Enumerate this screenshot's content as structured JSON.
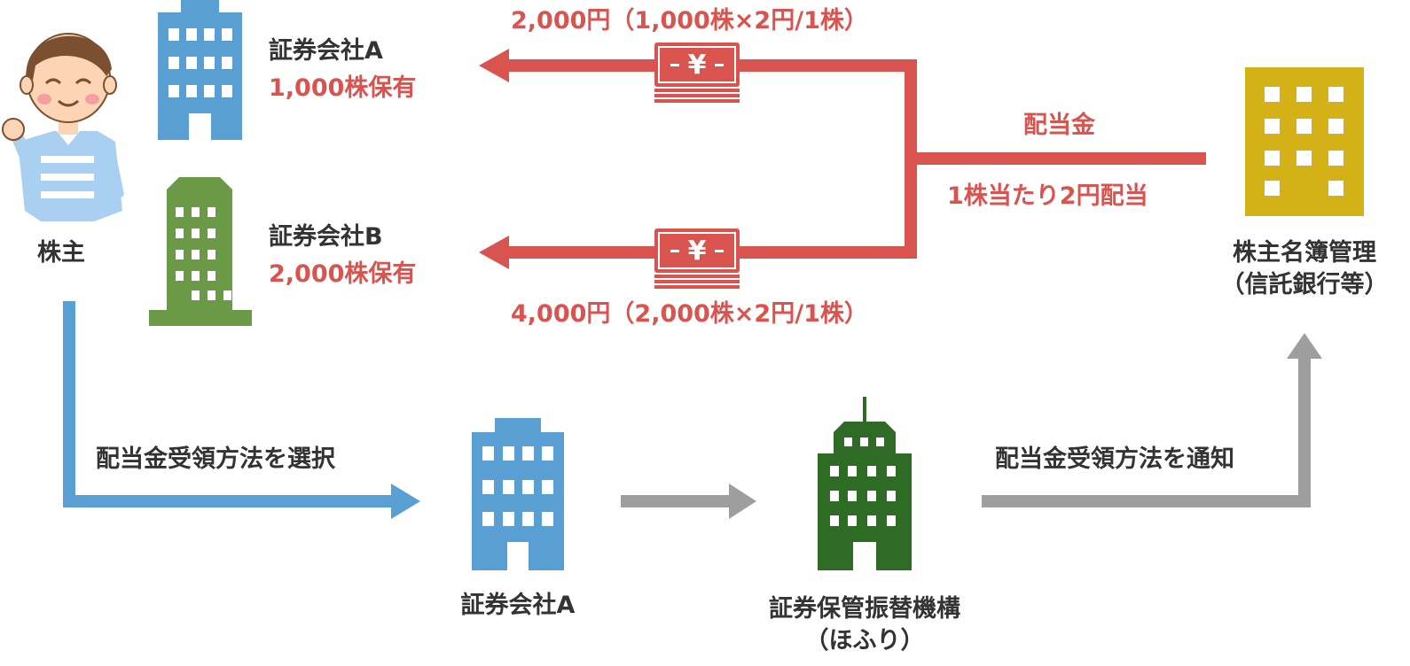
{
  "colors": {
    "red": "#d9534f",
    "dark_text": "#333333",
    "blue": "#5a9fd4",
    "gray": "#9e9e9e",
    "green_light": "#6a9a45",
    "green_dark": "#2e6b24",
    "gold": "#d4b117",
    "white": "#ffffff"
  },
  "nodes": {
    "shareholder": {
      "label": "株主",
      "icon": "person-icon"
    },
    "broker_a_top": {
      "name": "証券会社A",
      "holding": "1,000株保有",
      "icon": "building-icon"
    },
    "broker_b_top": {
      "name": "証券会社B",
      "holding": "2,000株保有",
      "icon": "building-icon"
    },
    "registrar": {
      "label_line1": "株主名簿管理",
      "label_line2": "（信託銀行等）",
      "icon": "building-icon"
    },
    "broker_a_bottom": {
      "label": "証券会社A",
      "icon": "building-icon"
    },
    "jasdec": {
      "label_line1": "証券保管振替機構",
      "label_line2": "（ほふり）",
      "icon": "building-icon"
    }
  },
  "flows": {
    "dividend_label": "配当金",
    "rate_label": "1株当たり2円配当",
    "payment_a": "2,000円（1,000株×2円/1株）",
    "payment_b": "4,000円（2,000株×2円/1株）",
    "yen_symbol": "¥",
    "select_method": "配当金受領方法を選択",
    "notify_method": "配当金受領方法を通知"
  }
}
